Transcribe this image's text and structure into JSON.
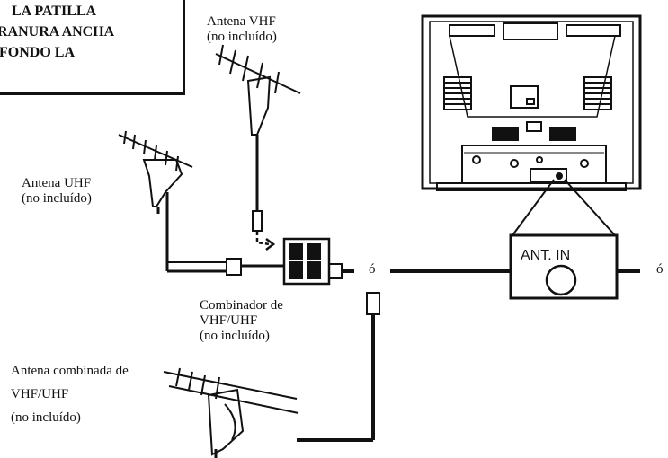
{
  "callout": {
    "lines": [
      "LA PATILLA",
      "RANURA ANCHA",
      "FONDO LA"
    ]
  },
  "labels": {
    "vhf_antenna": [
      "Antena VHF",
      "(no incluído)"
    ],
    "uhf_antenna": [
      "Antena UHF",
      "(no incluído)"
    ],
    "combiner": [
      "Combinador de",
      "VHF/UHF",
      "(no incluído)"
    ],
    "combo_antenna": [
      "Antena combinada de",
      "VHF/UHF",
      "(no incluído)"
    ],
    "ant_in": "ANT. IN",
    "or_left": "ó",
    "or_right": "ó"
  },
  "colors": {
    "ink": "#111111",
    "paper": "#ffffff"
  }
}
